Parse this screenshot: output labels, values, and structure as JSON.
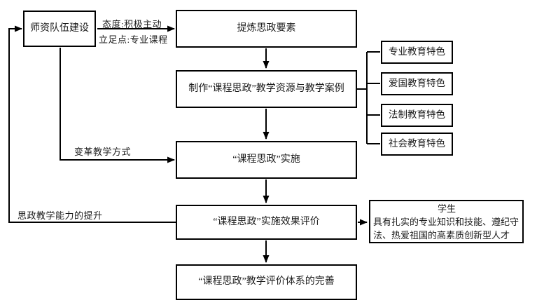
{
  "nodes": {
    "teacher_team": "师资队伍建设",
    "extract_elements": "提炼思政要素",
    "produce_resources": "制作“课程思政”教学资源与教学案例",
    "implementation": "“课程思政”实施",
    "effect_evaluation": "“课程思政”实施效果评价",
    "system_perfection": "“课程思政”教学评价体系的完善",
    "student": {
      "title": "学生",
      "description": "具有扎实的专业知识和技能、遵纪守法、热爱祖国的高素质创新型人才"
    }
  },
  "features": [
    "专业教育特色",
    "爱国教育特色",
    "法制教育特色",
    "社会教育特色"
  ],
  "edge_labels": {
    "attitude": "态度:积极主动",
    "foothold": "立足点:专业课程",
    "change_method": "变革教学方式",
    "ability_improvement": "思政教学能力的提升"
  },
  "colors": {
    "line": "#000000",
    "text": "#1c1c1c",
    "background": "#ffffff"
  }
}
